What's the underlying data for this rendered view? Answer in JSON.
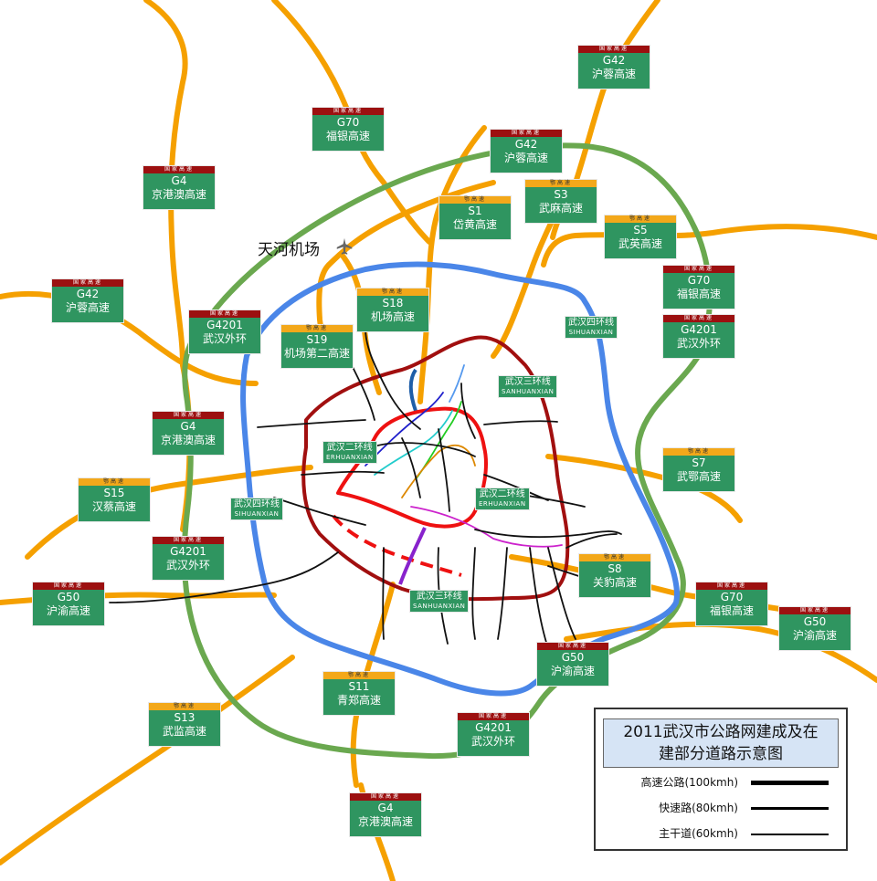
{
  "airport": {
    "label": "天河机场",
    "icon": "airplane-icon"
  },
  "signs": [
    {
      "id": "g42-ne",
      "type": "national",
      "band": "国家高速",
      "code": "G42",
      "name": "沪蓉高速"
    },
    {
      "id": "g70-n",
      "type": "national",
      "band": "国家高速",
      "code": "G70",
      "name": "福银高速"
    },
    {
      "id": "g42-n",
      "type": "national",
      "band": "国家高速",
      "code": "G42",
      "name": "沪蓉高速"
    },
    {
      "id": "g4-nw",
      "type": "national",
      "band": "国家高速",
      "code": "G4",
      "name": "京港澳高速"
    },
    {
      "id": "s1",
      "type": "provincial",
      "band": "鄂高速",
      "code": "S1",
      "name": "岱黄高速"
    },
    {
      "id": "s3",
      "type": "provincial",
      "band": "鄂高速",
      "code": "S3",
      "name": "武麻高速"
    },
    {
      "id": "s5",
      "type": "provincial",
      "band": "鄂高速",
      "code": "S5",
      "name": "武英高速"
    },
    {
      "id": "g42-w",
      "type": "national",
      "band": "国家高速",
      "code": "G42",
      "name": "沪蓉高速"
    },
    {
      "id": "s18",
      "type": "provincial",
      "band": "鄂高速",
      "code": "S18",
      "name": "机场高速"
    },
    {
      "id": "g70-e",
      "type": "national",
      "band": "国家高速",
      "code": "G70",
      "name": "福银高速"
    },
    {
      "id": "g4201-nw",
      "type": "national",
      "band": "国家高速",
      "code": "G4201",
      "name": "武汉外环"
    },
    {
      "id": "s19",
      "type": "provincial",
      "band": "鄂高速",
      "code": "S19",
      "name": "机场第二高速"
    },
    {
      "id": "g4201-ne",
      "type": "national",
      "band": "国家高速",
      "code": "G4201",
      "name": "武汉外环"
    },
    {
      "id": "g4-w",
      "type": "national",
      "band": "国家高速",
      "code": "G4",
      "name": "京港澳高速"
    },
    {
      "id": "s7",
      "type": "provincial",
      "band": "鄂高速",
      "code": "S7",
      "name": "武鄂高速"
    },
    {
      "id": "s15",
      "type": "provincial",
      "band": "鄂高速",
      "code": "S15",
      "name": "汉蔡高速"
    },
    {
      "id": "g4201-sw",
      "type": "national",
      "band": "国家高速",
      "code": "G4201",
      "name": "武汉外环"
    },
    {
      "id": "s8",
      "type": "provincial",
      "band": "鄂高速",
      "code": "S8",
      "name": "关豹高速"
    },
    {
      "id": "g50-w",
      "type": "national",
      "band": "国家高速",
      "code": "G50",
      "name": "沪渝高速"
    },
    {
      "id": "g70-se",
      "type": "national",
      "band": "国家高速",
      "code": "G70",
      "name": "福银高速"
    },
    {
      "id": "g50-e",
      "type": "national",
      "band": "国家高速",
      "code": "G50",
      "name": "沪渝高速"
    },
    {
      "id": "g50-s",
      "type": "national",
      "band": "国家高速",
      "code": "G50",
      "name": "沪渝高速"
    },
    {
      "id": "s11",
      "type": "provincial",
      "band": "鄂高速",
      "code": "S11",
      "name": "青郑高速"
    },
    {
      "id": "s13",
      "type": "provincial",
      "band": "鄂高速",
      "code": "S13",
      "name": "武监高速"
    },
    {
      "id": "g4201-s",
      "type": "national",
      "band": "国家高速",
      "code": "G4201",
      "name": "武汉外环"
    },
    {
      "id": "g4-s",
      "type": "national",
      "band": "国家高速",
      "code": "G4",
      "name": "京港澳高速"
    }
  ],
  "ring_labels": [
    {
      "id": "sihuan-ne",
      "zh": "武汉四环线",
      "py": "SIHUANXIAN"
    },
    {
      "id": "sanhuan-ne",
      "zh": "武汉三环线",
      "py": "SANHUANXIAN"
    },
    {
      "id": "erhuan-w",
      "zh": "武汉二环线",
      "py": "ERHUANXIAN"
    },
    {
      "id": "erhuan-e",
      "zh": "武汉二环线",
      "py": "ERHUANXIAN"
    },
    {
      "id": "sihuan-w",
      "zh": "武汉四环线",
      "py": "SIHUANXIAN"
    },
    {
      "id": "sanhuan-s",
      "zh": "武汉三环线",
      "py": "SANHUANXIAN"
    }
  ],
  "legend": {
    "title_line1": "2011武汉市公路网建成及在",
    "title_line2": "建部分道路示意图",
    "items": [
      {
        "label": "高速公路(100kmh)",
        "weight": "thick"
      },
      {
        "label": "快速路(80kmh)",
        "weight": "medium"
      },
      {
        "label": "主干道(60kmh)",
        "weight": "thin"
      }
    ]
  },
  "colors": {
    "expressway": "#f5a000",
    "outer_ring_g4201": "#6aa84f",
    "fourth_ring": "#4a86e8",
    "third_ring": "#a10f0f",
    "second_ring": "#ee1111",
    "sign_green": "#2f9560",
    "national_band": "#9c1010",
    "provincial_band": "#f3a81a"
  }
}
